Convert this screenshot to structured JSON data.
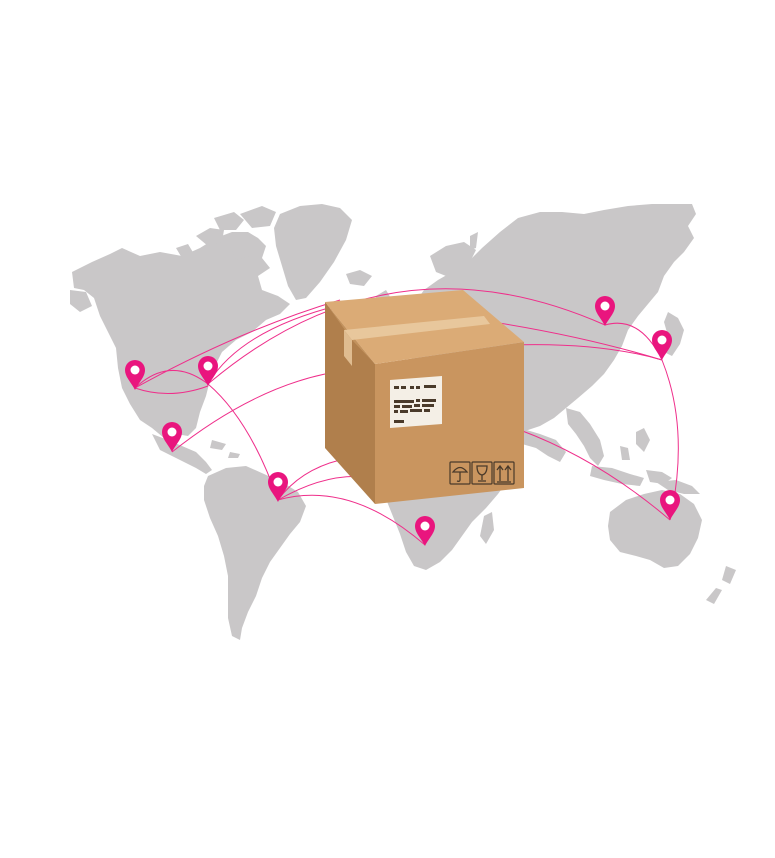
{
  "colors": {
    "background": "#ffffff",
    "land": "#c9c7c8",
    "route": "#ef2f8b",
    "pin": "#e9157e",
    "pin_hole": "#ffffff",
    "box_front": "#c9955f",
    "box_side": "#b07f4c",
    "box_top": "#dbab76",
    "box_top_dark": "#cf9e69",
    "tape": "#e8c79c",
    "label": "#f4efe6",
    "label_text": "#4a3a2a",
    "symbols": "#4a3a2a"
  },
  "icons": {
    "map": "world-map",
    "box": "cardboard-box",
    "pin": "location-pin-icon",
    "handling": [
      "umbrella-icon",
      "fragile-glass-icon",
      "this-way-up-icon"
    ]
  },
  "pin_count": 9,
  "route_count": 14
}
